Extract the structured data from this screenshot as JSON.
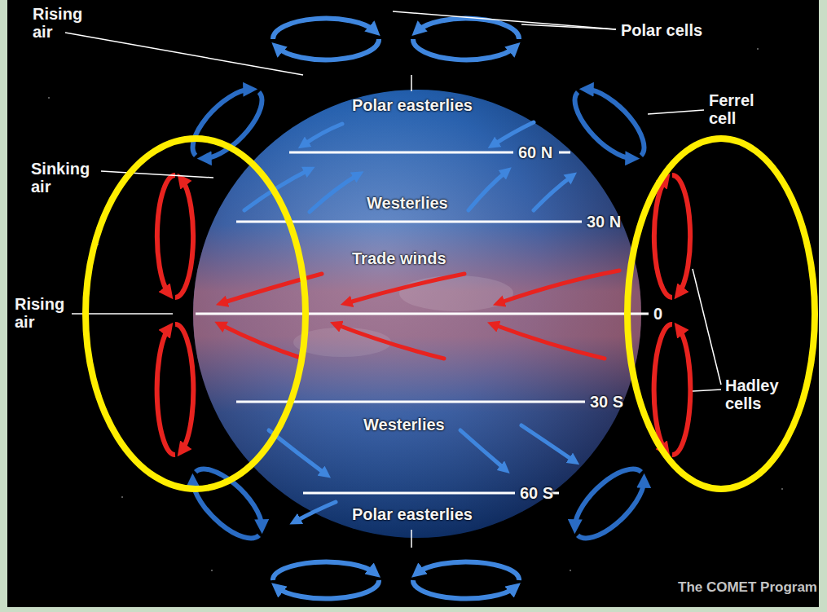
{
  "diagram": {
    "labels": [
      "Rising air",
      "Polar cells",
      "Polar easterlies",
      "Ferrel cell",
      "Sinking air",
      "60 N",
      "Westerlies",
      "30 N",
      "Trade winds",
      "Rising air",
      "0",
      "Hadley cells",
      "30 S",
      "Westerlies",
      "60 S",
      "Polar easterlies",
      "The COMET Program"
    ]
  }
}
